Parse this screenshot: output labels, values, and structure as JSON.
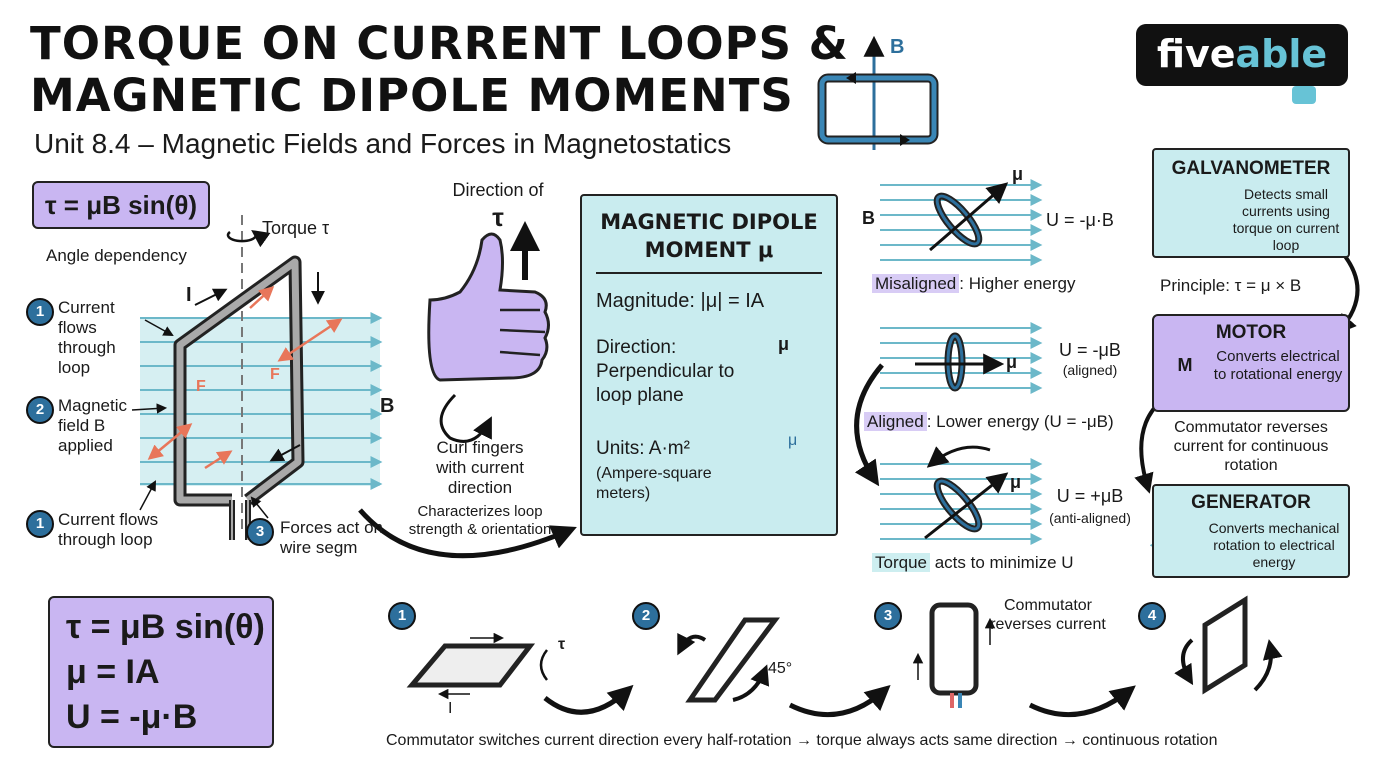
{
  "title_line1": "TORQUE ON CURRENT LOOPS &",
  "title_line2": "MAGNETIC DIPOLE MOMENTS",
  "subtitle": "Unit 8.4 – Magnetic Fields and Forces in Magnetostatics",
  "logo": {
    "part1": "five",
    "part2": "able"
  },
  "top_icon_label": "B",
  "left": {
    "formula": "τ = μB sin(θ)",
    "angle_dep": "Angle dependency",
    "torque_label": "Torque τ",
    "current_I": "I",
    "force_F": "F",
    "b_label": "B",
    "step1": {
      "num": "1",
      "text": "Current flows through loop"
    },
    "step2": {
      "num": "2",
      "text": "Magnetic field B applied"
    },
    "step1b": {
      "num": "1",
      "text": "Current flows through loop"
    },
    "step3": {
      "num": "3",
      "text": "Forces act on wire segm"
    }
  },
  "hand": {
    "title1": "Direction of",
    "title2": "τ",
    "curl": "Curl fingers with current direction",
    "characterizes": "Characterizes loop strength & orientation"
  },
  "dipole": {
    "title1": "MAGNETIC DIPOLE",
    "title2": "MOMENT μ",
    "magnitude": "Magnitude: |μ| = IA",
    "direction": "Direction: Perpendicular to loop plane",
    "units1": "Units: A·m²",
    "units2": "(Ampere-square meters)",
    "mu": "μ"
  },
  "energy": {
    "b_label": "B",
    "mu": "μ",
    "u1": "U = -μ·B",
    "mis": "Misaligned",
    "mis_rest": ": Higher energy",
    "u2": "U = -μB",
    "u2sub": "(aligned)",
    "al": "Aligned",
    "al_rest": ": Lower energy (U = -μB)",
    "u3": "U = +μB",
    "u3sub": "(anti-aligned)",
    "tq": "Torque",
    "tq_rest": " acts to minimize U"
  },
  "right": {
    "galv_title": "GALVANOMETER",
    "galv_text": "Detects small currents using torque on current loop",
    "principle": "Principle: τ = μ × B",
    "motor_title": "MOTOR",
    "motor_text": "Converts electrical to rotational energy",
    "motor_icon": "M",
    "commutator": "Commutator reverses current for continuous rotation",
    "gen_title": "GENERATOR",
    "gen_text": "Converts mechanical rotation to electrical energy"
  },
  "bottom_formulas": [
    "τ = μB sin(θ)",
    "μ = IA",
    "U = -μ·B"
  ],
  "sequence": {
    "steps": [
      "1",
      "2",
      "3",
      "4"
    ],
    "tau": "τ",
    "I": "I",
    "angle": "45°",
    "comm_note": "Commutator reverses current",
    "caption": "Commutator switches current direction every half-rotation → torque always acts same direction → continuous rotation"
  },
  "colors": {
    "teal": "#c9ecef",
    "purple": "#c9b6f2",
    "blue": "#2d6f9c",
    "force": "#e8765a",
    "field": "#6cb8c9"
  }
}
